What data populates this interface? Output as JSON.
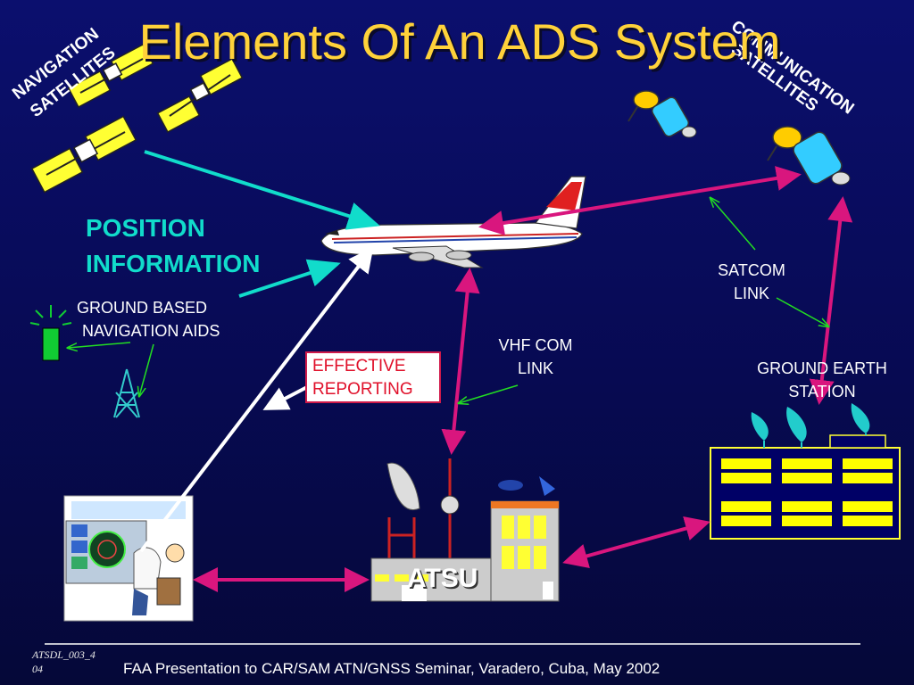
{
  "title": "Elements Of An ADS System",
  "labels": {
    "nav_satellites": [
      "NAVIGATION",
      "SATELLITES"
    ],
    "comm_satellites": [
      "COMMUNICATION",
      "SATELLITES"
    ],
    "position_information": [
      "POSITION",
      "INFORMATION"
    ],
    "ground_nav_aids": [
      "GROUND BASED",
      "NAVIGATION AIDS"
    ],
    "effective_reporting": [
      "EFFECTIVE",
      "REPORTING"
    ],
    "vhf_com_link": [
      "VHF COM",
      "LINK"
    ],
    "satcom_link": [
      "SATCOM",
      "LINK"
    ],
    "ground_earth_station": [
      "GROUND EARTH",
      "STATION"
    ],
    "atsu": "ATSU"
  },
  "footer": {
    "doc_id": [
      "ATSDL_003_4",
      "04"
    ],
    "text": "FAA Presentation to CAR/SAM ATN/GNSS Seminar, Varadero, Cuba, May 2002"
  },
  "colors": {
    "background": "#0b0f6e",
    "title": "#ffd23a",
    "cyan_arrow": "#11dccb",
    "magenta_arrow": "#d9167e",
    "green_pointer": "#22dd22",
    "building_yellow": "#ffff00"
  }
}
